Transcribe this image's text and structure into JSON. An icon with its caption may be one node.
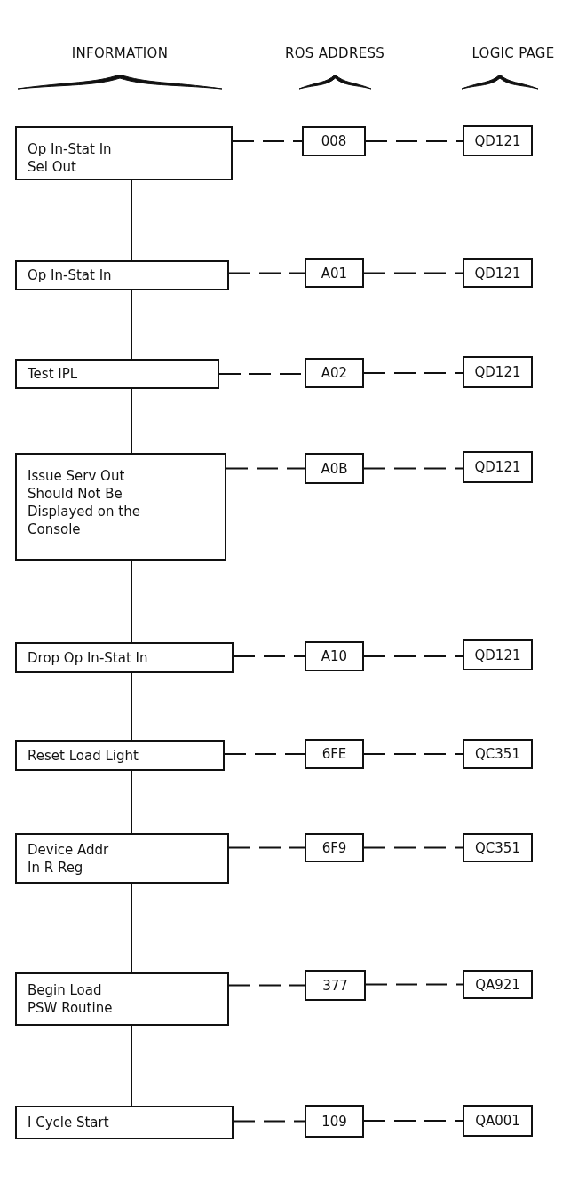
{
  "diagram": {
    "nodes": [
      {
        "text": [
          "Op In-Stat In Sel Out"
        ]
      },
      {
        "text": [
          "008"
        ]
      },
      {
        "text": [
          "QD121"
        ]
      },
      {
        "text": [
          "Op In-Stat In"
        ]
      },
      {
        "text": [
          "A01"
        ]
      },
      {
        "text": [
          "QD121"
        ]
      },
      {
        "text": [
          "Test IPL"
        ]
      },
      {
        "text": [
          "A02"
        ]
      },
      {
        "text": [
          "QD121"
        ]
      },
      {
        "text": [
          "Issue Serv Out Should Not Be Displayed on the Console"
        ]
      },
      {
        "text": [
          "A0B"
        ]
      },
      {
        "text": [
          "QD121"
        ]
      },
      {
        "text": [
          "Drop Op In-Stat In"
        ]
      },
      {
        "text": [
          "A10"
        ]
      },
      {
        "text": [
          "QD121"
        ]
      },
      {
        "text": [
          "Reset Load Light"
        ]
      },
      {
        "text": [
          "6FE"
        ]
      },
      {
        "text": [
          "QC351"
        ]
      },
      {
        "text": [
          "Device Addr In R Reg"
        ]
      },
      {
        "text": [
          "6F9"
        ]
      },
      {
        "text": [
          "QC351"
        ]
      },
      {
        "text": [
          "Begin Load PSW Routine"
        ]
      },
      {
        "text": [
          "377"
        ]
      },
      {
        "text": [
          "QA921"
        ]
      },
      {
        "text": [
          "I Cycle Start"
        ]
      },
      {
        "text": [
          "109"
        ]
      },
      {
        "text": [
          "QA001"
        ]
      }
    ],
    "edges": [
      {
        "from": 0,
        "to": 1,
        "arrow": "none",
        "style": "dashed"
      },
      {
        "from": 1,
        "to": 2,
        "arrow": "none",
        "style": "dashed"
      },
      {
        "from": 3,
        "to": 4,
        "arrow": "none",
        "style": "dashed"
      },
      {
        "from": 4,
        "to": 5,
        "arrow": "none",
        "style": "dashed"
      },
      {
        "from": 6,
        "to": 7,
        "arrow": "none",
        "style": "dashed"
      },
      {
        "from": 7,
        "to": 8,
        "arrow": "none",
        "style": "dashed"
      },
      {
        "from": 9,
        "to": 10,
        "arrow": "none",
        "style": "dashed"
      },
      {
        "from": 10,
        "to": 11,
        "arrow": "none",
        "style": "dashed"
      },
      {
        "from": 12,
        "to": 13,
        "arrow": "none",
        "style": "dashed"
      },
      {
        "from": 13,
        "to": 14,
        "arrow": "none",
        "style": "dashed"
      },
      {
        "from": 15,
        "to": 16,
        "arrow": "none",
        "style": "dashed"
      },
      {
        "from": 16,
        "to": 17,
        "arrow": "none",
        "style": "dashed"
      },
      {
        "from": 18,
        "to": 19,
        "arrow": "none",
        "style": "dashed"
      },
      {
        "from": 19,
        "to": 20,
        "arrow": "none",
        "style": "dashed"
      },
      {
        "from": 21,
        "to": 22,
        "arrow": "none",
        "style": "dashed"
      },
      {
        "from": 22,
        "to": 23,
        "arrow": "none",
        "style": "dashed"
      },
      {
        "from": 24,
        "to": 25,
        "arrow": "none",
        "style": "dashed"
      },
      {
        "from": 25,
        "to": 26,
        "arrow": "none",
        "style": "dashed"
      },
      {
        "from": 0,
        "to": 3,
        "arrow": "none"
      },
      {
        "from": 3,
        "to": 6,
        "arrow": "none"
      },
      {
        "from": 6,
        "to": 9,
        "arrow": "none"
      },
      {
        "from": 9,
        "to": 12,
        "arrow": "none"
      },
      {
        "from": 12,
        "to": 15,
        "arrow": "none"
      },
      {
        "from": 15,
        "to": 18,
        "arrow": "none"
      },
      {
        "from": 18,
        "to": 21,
        "arrow": "none"
      },
      {
        "from": 21,
        "to": 24,
        "arrow": "none"
      }
    ],
    "labels": [
      "INFORMATION",
      "ROS ADDRESS",
      "LOGIC PAGE"
    ]
  }
}
